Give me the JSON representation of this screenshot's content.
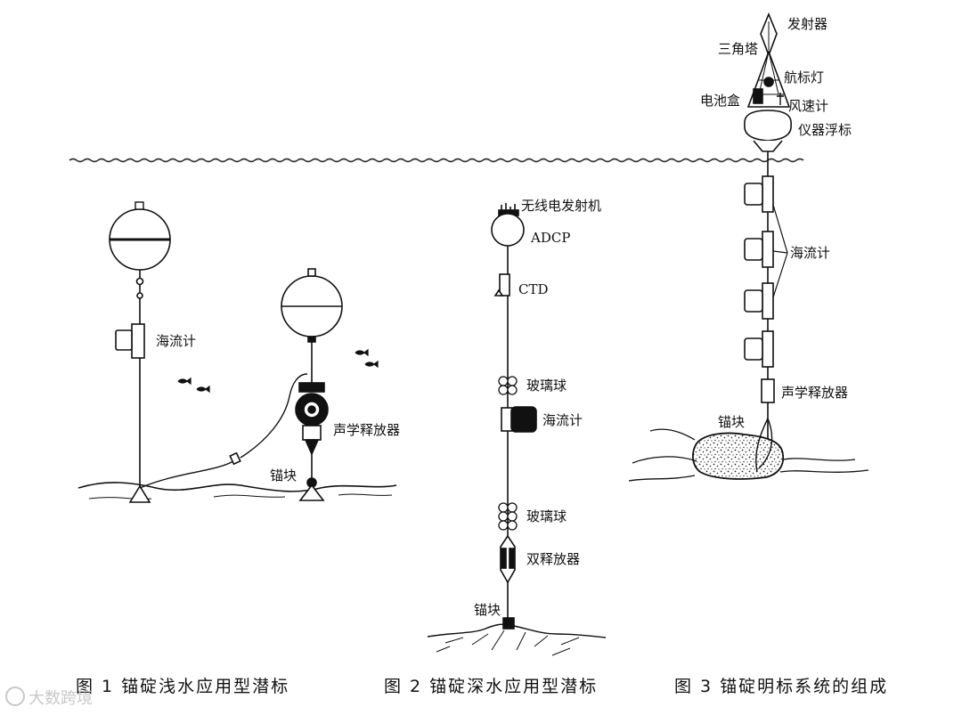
{
  "fig1": {
    "caption": "图 1  锚碇浅水应用型潜标",
    "current_meter": "海流计",
    "acoustic_release": "声学释放器",
    "anchor": "锚块"
  },
  "fig2": {
    "caption": "图 2  锚碇深水应用型潜标",
    "radio_transmitter": "无线电发射机",
    "adcp": "ADCP",
    "ctd": "CTD",
    "glass_ball_upper": "玻璃球",
    "current_meter": "海流计",
    "glass_ball_lower": "玻璃球",
    "dual_release": "双释放器",
    "anchor": "锚块"
  },
  "fig3": {
    "caption": "图 3  锚碇明标系统的组成",
    "transmitter": "发射器",
    "triangle_tower": "三角塔",
    "navigation_light": "航标灯",
    "battery_box": "电池盒",
    "anemometer": "风速计",
    "instrument_buoy": "仪器浮标",
    "current_meter": "海流计",
    "acoustic_release": "声学释放器",
    "anchor": "锚块"
  },
  "watermark": "大数跨境"
}
